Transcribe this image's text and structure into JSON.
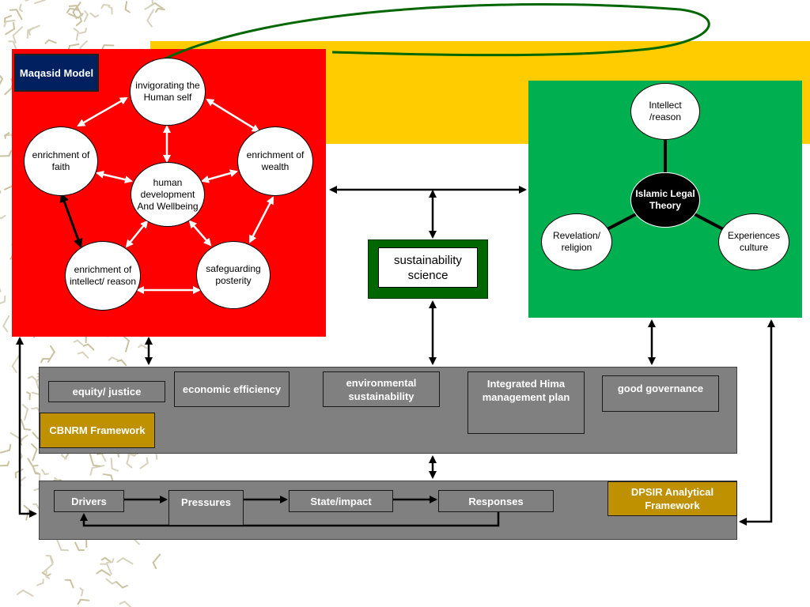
{
  "colors": {
    "red_panel": "#ff0000",
    "green_panel": "#00b050",
    "yellow_band": "#ffcc00",
    "gray_band": "#808080",
    "navy_label": "#002060",
    "gold_label": "#bf9000",
    "dark_green": "#006600"
  },
  "maqasid": {
    "label": "Maqasid Model",
    "center": "human development And Wellbeing",
    "nodes": {
      "human_self": "invigorating the Human self",
      "faith": "enrichment of faith",
      "wealth": "enrichment of wealth",
      "intellect": "enrichment of intellect/ reason",
      "posterity": "safeguarding posterity"
    }
  },
  "islamic_legal": {
    "center": "Islamic Legal Theory",
    "intellect": "Intellect /reason",
    "revelation": "Revelation/ religion",
    "experiences": "Experiences culture"
  },
  "sustainability_science": "sustainability science",
  "cbnrm": {
    "label": "CBNRM Framework",
    "boxes": {
      "equity": "equity/ justice",
      "economic": "economic efficiency",
      "environmental": "environmental sustainability",
      "hima": "Integrated Hima management plan",
      "governance": "good governance"
    }
  },
  "dpsir": {
    "label": "DPSIR Analytical Framework",
    "steps": {
      "drivers": "Drivers",
      "pressures": "Pressures",
      "state": "State/impact",
      "responses": "Responses"
    }
  }
}
